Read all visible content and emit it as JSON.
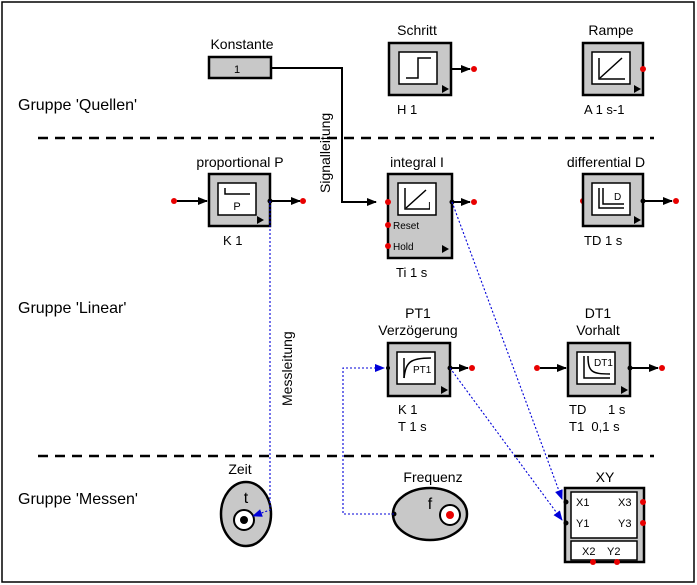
{
  "groups": {
    "quellen": "Gruppe 'Quellen'",
    "linear": "Gruppe 'Linear'",
    "messen": "Gruppe 'Messen'"
  },
  "blocks": {
    "konstante": {
      "title": "Konstante",
      "value": "1"
    },
    "schritt": {
      "title": "Schritt",
      "param": "H 1"
    },
    "rampe": {
      "title": "Rampe",
      "param": "A 1 s-1"
    },
    "proportional": {
      "title": "proportional P",
      "symbol": "P",
      "param": "K 1"
    },
    "integral": {
      "title": "integral I",
      "symbol": "I",
      "reset": "Reset",
      "hold": "Hold",
      "param": "Ti 1 s"
    },
    "differential": {
      "title": "differential D",
      "symbol": "D",
      "param": "TD 1 s"
    },
    "pt1": {
      "title_line1": "PT1",
      "title_line2": "Verzögerung",
      "symbol": "PT1",
      "param1": "K 1",
      "param2": "T 1 s"
    },
    "dt1": {
      "title_line1": "DT1",
      "title_line2": "Vorhalt",
      "symbol": "DT1",
      "param1": "TD      1 s",
      "param2": "T1  0,1 s"
    },
    "zeit": {
      "title": "Zeit",
      "symbol": "t"
    },
    "frequenz": {
      "title": "Frequenz",
      "symbol": "f"
    },
    "xy": {
      "title": "XY",
      "x1": "X1",
      "x3": "X3",
      "y1": "Y1",
      "y3": "Y3",
      "x2": "X2",
      "y2": "Y2"
    }
  },
  "wires": {
    "signalleitung": "Signalleitung",
    "messleitung": "Messleitung"
  },
  "colors": {
    "block_fill": "#c8c8c8",
    "pin": "#e80000",
    "measure_line": "#0000d8"
  }
}
